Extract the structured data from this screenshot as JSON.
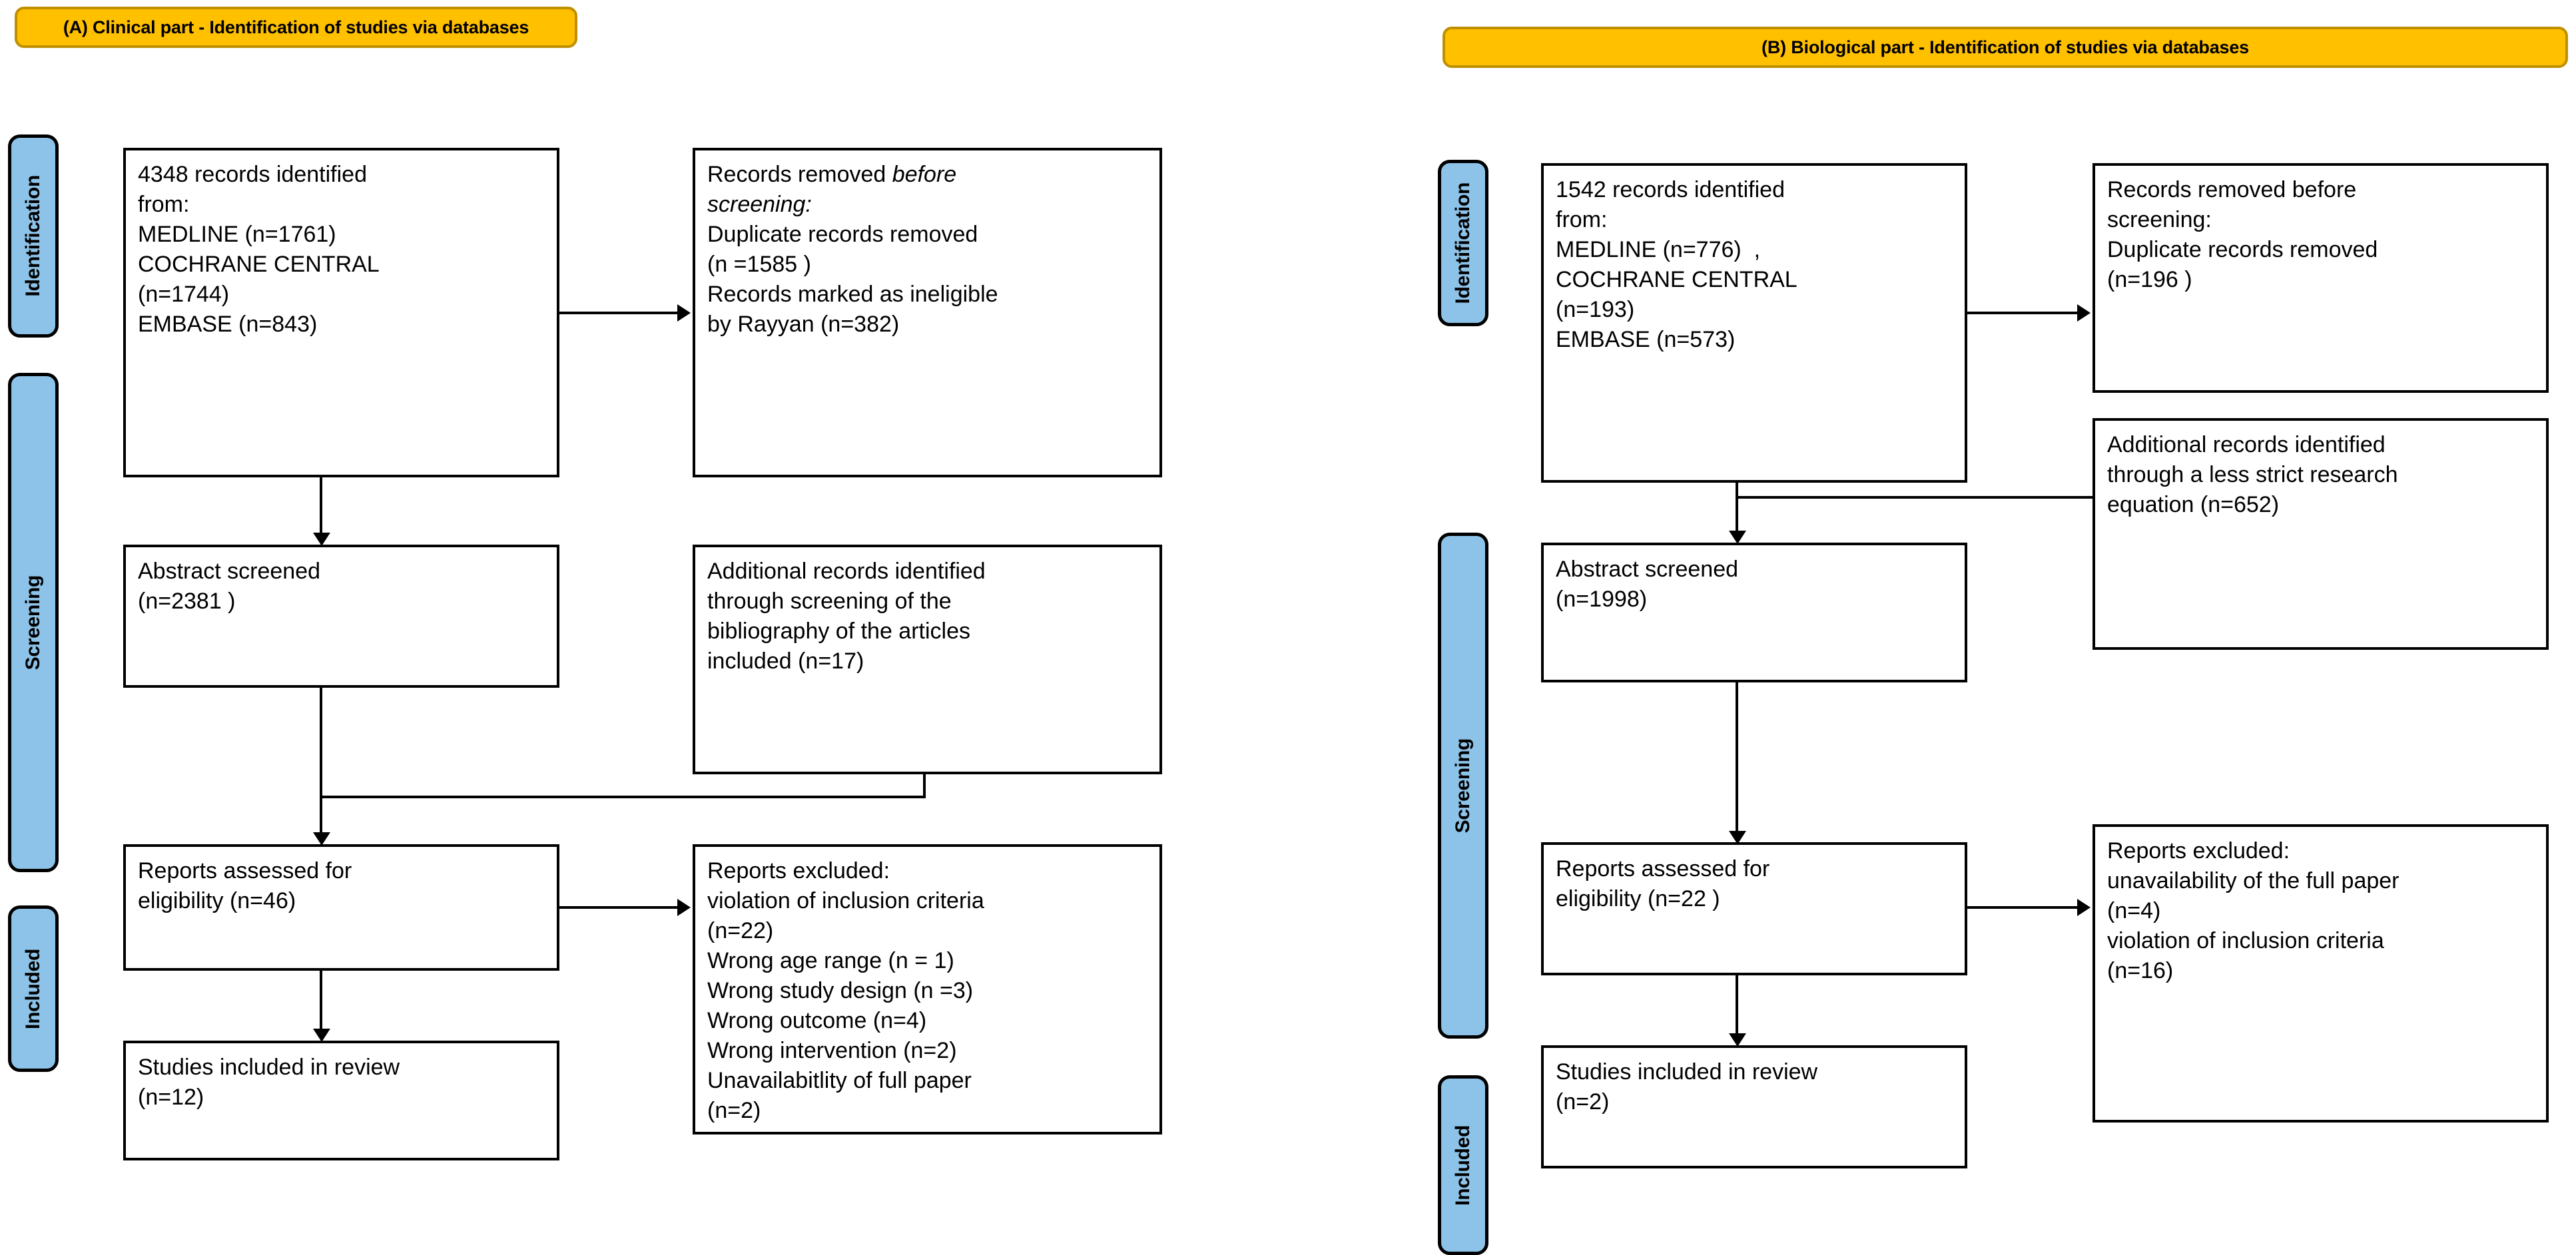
{
  "figure": {
    "type": "prisma-flow-diagram",
    "panels": [
      {
        "id": "A",
        "banner": "(A) Clinical part - Identification of studies via databases",
        "stage_labels": [
          "Identification",
          "Screening",
          "Included"
        ],
        "boxes": {
          "records_identified": {
            "name": "records-identified",
            "lines": [
              "4348 records identified",
              "from:",
              "MEDLINE (n=1761)",
              "COCHRANE CENTRAL",
              "(n=1744)",
              "EMBASE (n=843)"
            ]
          },
          "records_removed": {
            "name": "records-removed-before-screening",
            "lines": [
              "Records removed before",
              "screening:",
              "Duplicate records removed",
              "(n =1585 )",
              "Records marked as ineligible",
              "by Rayyan (n=382)"
            ],
            "italic_segments": [
              "before",
              "screening:"
            ]
          },
          "abstract_screened": {
            "name": "abstract-screened",
            "lines": [
              "Abstract screened",
              "(n=2381 )"
            ]
          },
          "additional_records": {
            "name": "additional-records-identified",
            "lines": [
              "Additional records identified",
              "through screening of the",
              "bibliography of the articles",
              "included (n=17)"
            ]
          },
          "reports_assessed": {
            "name": "reports-assessed-for-eligibility",
            "lines": [
              "Reports assessed for",
              "eligibility (n=46)"
            ]
          },
          "reports_excluded": {
            "name": "reports-excluded",
            "lines": [
              "Reports excluded:",
              "violation of inclusion criteria",
              "(n=22)",
              "Wrong age range (n = 1)",
              "Wrong study design (n =3)",
              "Wrong outcome (n=4)",
              "Wrong intervention (n=2)",
              "Unavailabitlity of full paper",
              "(n=2)"
            ]
          },
          "studies_included": {
            "name": "studies-included-in-review",
            "lines": [
              "Studies included in review",
              "(n=12)"
            ]
          }
        }
      },
      {
        "id": "B",
        "banner": "(B) Biological part - Identification of studies via databases",
        "stage_labels": [
          "Identification",
          "Screening",
          "Included"
        ],
        "boxes": {
          "records_identified": {
            "name": "records-identified",
            "lines": [
              "1542 records identified",
              "from:",
              "MEDLINE (n=776)  ,",
              "COCHRANE CENTRAL",
              "(n=193)",
              "EMBASE (n=573)"
            ]
          },
          "records_removed": {
            "name": "records-removed-before-screening",
            "lines": [
              "Records removed before",
              "screening:",
              "Duplicate records removed",
              "(n=196 )"
            ]
          },
          "additional_records": {
            "name": "additional-records-identified",
            "lines": [
              "Additional records identified",
              "through a less strict research",
              "equation (n=652)"
            ]
          },
          "abstract_screened": {
            "name": "abstract-screened",
            "lines": [
              "Abstract screened",
              "(n=1998)"
            ]
          },
          "reports_assessed": {
            "name": "reports-assessed-for-eligibility",
            "lines": [
              "Reports assessed for",
              "eligibility (n=22 )"
            ]
          },
          "reports_excluded": {
            "name": "reports-excluded",
            "lines": [
              "Reports excluded:",
              "unavailability of the full paper",
              "(n=4)",
              "violation of inclusion criteria",
              "(n=16)"
            ]
          },
          "studies_included": {
            "name": "studies-included-in-review",
            "lines": [
              "Studies included in review",
              "(n=2)"
            ]
          }
        }
      }
    ],
    "colors": {
      "banner_fill": "#FFC000",
      "banner_border": "#BF8F00",
      "stage_fill": "#8DC3E8",
      "stage_border": "#000000",
      "box_border": "#000000",
      "box_fill": "#FFFFFF",
      "text": "#000000"
    }
  }
}
